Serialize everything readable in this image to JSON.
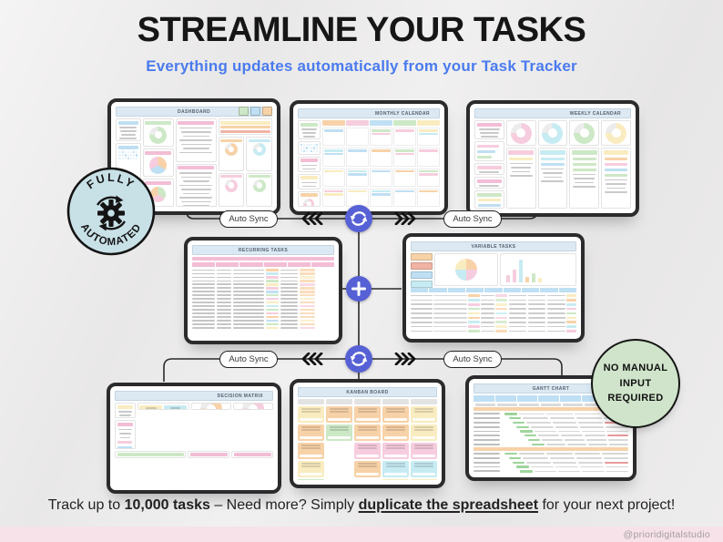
{
  "header": {
    "title": "STREAMLINE YOUR TASKS",
    "subtitle": "Everything updates automatically from your Task Tracker"
  },
  "connectors": {
    "auto_sync": "Auto Sync"
  },
  "badges": {
    "automated": {
      "arc_top": "FULLY",
      "arc_bottom": "AUTOMATED"
    },
    "no_manual": {
      "line1": "NO MANUAL",
      "line2": "INPUT",
      "line3": "REQUIRED"
    }
  },
  "footer": {
    "prefix": "Track up to ",
    "bold": "10,000 tasks",
    "middle": " – Need more? Simply ",
    "underlined": "duplicate the spreadsheet",
    "suffix": " for your next project!",
    "handle": "@prioridigitalstudio"
  },
  "colors": {
    "palette": {
      "pink": "#f6cdde",
      "pinkhdr": "#f3bdd6",
      "blue": "#bfdff3",
      "cyan": "#c7ebf2",
      "green": "#cde8c6",
      "yellow": "#f9ecc0",
      "orange": "#f7d2a8",
      "salmon": "#f0b3a4",
      "purple": "#dcd2ef",
      "headbar": "#dce9f3",
      "grayhdr": "#e3e3e3",
      "accent": "#5661d5",
      "subtitle": "#4a7bee",
      "badgeBlue": "#c8e1e7",
      "badgeGreen": "#cfe4ca",
      "strip": "#f7e2e9",
      "frame": "#2b2b2d",
      "ganttGreen": "#9ed49b"
    }
  },
  "tablets": {
    "dashboard": {
      "title": "DASHBOARD",
      "toolbar_buttons": [
        "green",
        "blue",
        "orange"
      ],
      "quad_donuts": [
        "orange",
        "cyan",
        "pink",
        "green"
      ]
    },
    "monthly": {
      "title": "MONTHLY CALENDAR",
      "day_headers": [
        "orange",
        "pink",
        "blue",
        "green",
        "yellow"
      ],
      "event_colors": [
        "blue",
        "orange",
        "green",
        "pink",
        "yellow",
        "cyan"
      ],
      "bar_counts": [
        1,
        0,
        2,
        1,
        2,
        2,
        1,
        1,
        2,
        1,
        1,
        2,
        1,
        1,
        2,
        2,
        1,
        2,
        1,
        1
      ]
    },
    "weekly": {
      "title": "WEEKLY CALENDAR",
      "day_columns": [
        "pink",
        "cyan",
        "green",
        "yellow"
      ],
      "chips": [
        [
          "yellow"
        ],
        [
          "cyan",
          "blue"
        ],
        [
          "green",
          "green",
          "green"
        ],
        [
          "orange",
          "pink",
          "blue",
          "green"
        ]
      ]
    },
    "recurring": {
      "title": "RECURRING TASKS",
      "rows": 17,
      "status_colors": [
        "orange",
        "cyan",
        "pink",
        "green",
        "yellow",
        "pink",
        "blue",
        "green",
        "pink",
        "yellow",
        "cyan",
        "green",
        "pink",
        "orange",
        "blue",
        "green",
        "yellow"
      ],
      "flag_colors": [
        "orange",
        "orange",
        "yellow",
        "orange",
        "pink",
        "orange"
      ]
    },
    "variable": {
      "title": "VARIABLE TASKS",
      "buttons": [
        "orange",
        "salmon",
        "blue",
        "cyan"
      ],
      "pie_slices": [
        "orange",
        "pink",
        "cyan",
        "yellow"
      ],
      "bars": [
        {
          "h": 28,
          "c": "pink"
        },
        {
          "h": 50,
          "c": "pink"
        },
        {
          "h": 92,
          "c": "cyan"
        },
        {
          "h": 22,
          "c": "orange"
        },
        {
          "h": 34,
          "c": "green"
        },
        {
          "h": 18,
          "c": "yellow"
        }
      ],
      "rows": 12,
      "chip_cycle": [
        "orange",
        "cyan",
        "pink",
        "green",
        "yellow"
      ]
    },
    "decision": {
      "title": "DECISION MATRIX",
      "quadrants": [
        "yellow",
        "cyan",
        "salmon",
        "green"
      ],
      "donut_colors": [
        "orange",
        "pink"
      ]
    },
    "kanban": {
      "title": "KANBAN BOARD",
      "columns": [
        {
          "cards": [
            "yellow",
            "orange",
            "orange",
            "yellow"
          ],
          "footer": "green"
        },
        {
          "cards": [
            "orange",
            "green"
          ],
          "footer": null
        },
        {
          "cards": [
            "orange",
            "orange",
            "pink",
            "orange"
          ],
          "footer": null
        },
        {
          "cards": [
            "orange",
            "orange",
            "pink",
            "cyan"
          ],
          "footer": "yellow"
        },
        {
          "cards": [
            "yellow",
            "yellow",
            "pink",
            "cyan"
          ],
          "footer": "yellow"
        }
      ]
    },
    "gantt": {
      "title": "GANTT CHART",
      "sections": 2,
      "rows_per_section": 8
    }
  }
}
